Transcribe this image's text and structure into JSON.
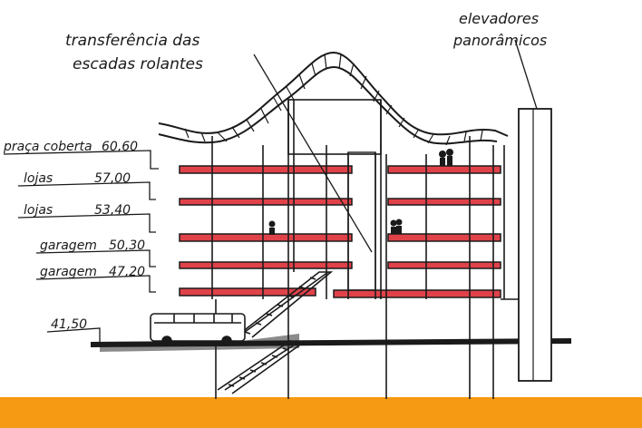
{
  "notes": {
    "escalator_line1": "transferência das",
    "escalator_line2": "escadas rolantes",
    "elevators_line1": "elevadores",
    "elevators_line2": "panorâmicos"
  },
  "levels": [
    {
      "label": "praça coberta",
      "value": "60,60"
    },
    {
      "label": "lojas",
      "value": "57,00"
    },
    {
      "label": "lojas",
      "value": "53,40"
    },
    {
      "label": "garagem",
      "value": "50,30"
    },
    {
      "label": "garagem",
      "value": "47,20"
    },
    {
      "label": "",
      "value": "41,50"
    }
  ],
  "colors": {
    "ink": "#1a1a1a",
    "slab": "#e0424a",
    "slab_light": "#f2a0a4",
    "ground": "#f59a12",
    "shadow": "#6e6e6e"
  }
}
